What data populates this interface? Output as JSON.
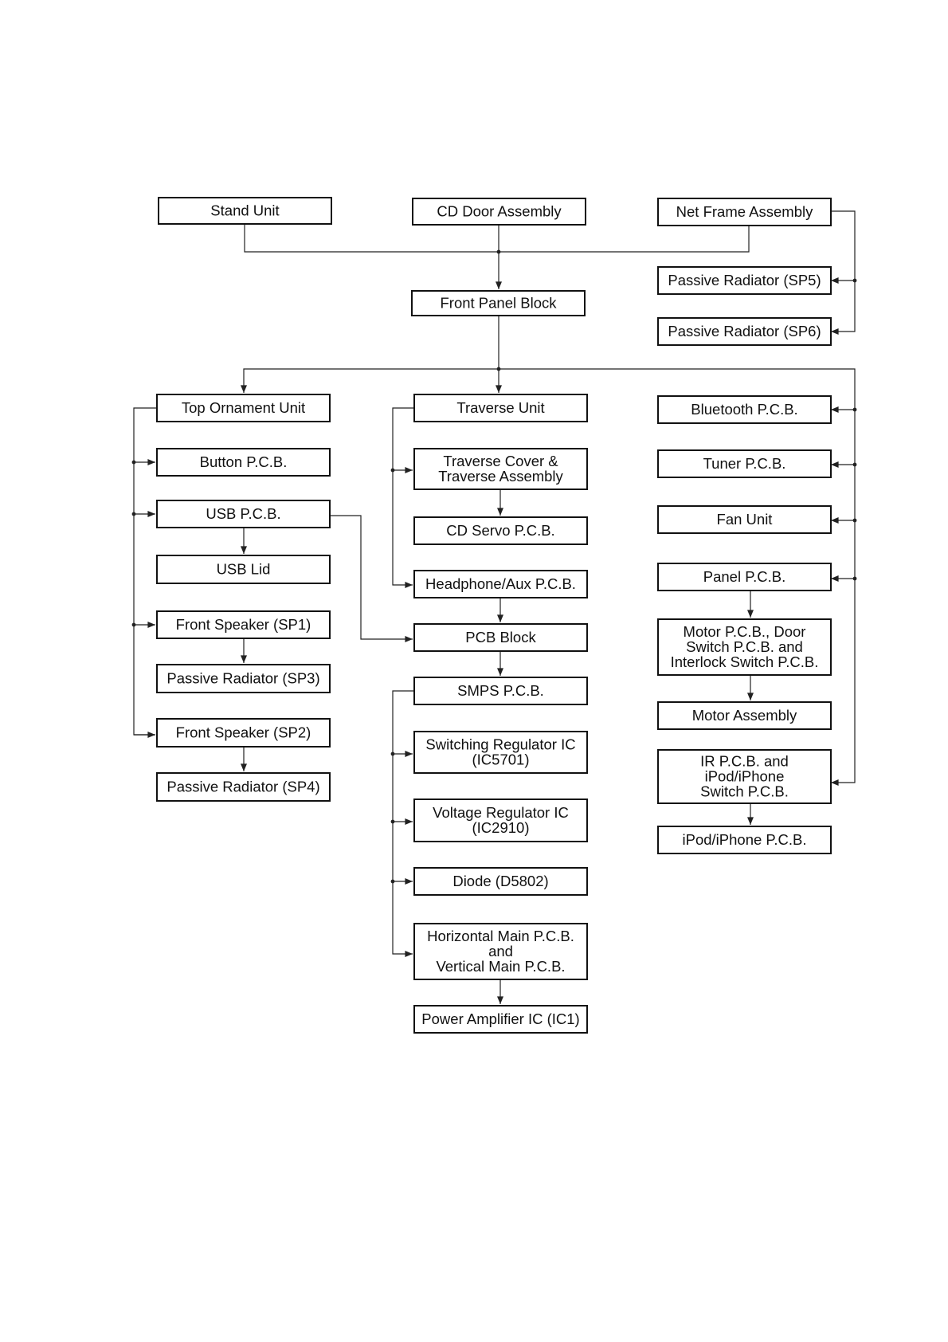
{
  "diagram": {
    "nodes": {
      "stand_unit": [
        "Stand Unit"
      ],
      "cd_door_assembly": [
        "CD Door Assembly"
      ],
      "net_frame_assembly": [
        "Net Frame Assembly"
      ],
      "passive_radiator_sp5": [
        "Passive Radiator (SP5)"
      ],
      "passive_radiator_sp6": [
        "Passive Radiator (SP6)"
      ],
      "front_panel_block": [
        "Front Panel Block"
      ],
      "top_ornament_unit": [
        "Top Ornament Unit"
      ],
      "button_pcb": [
        "Button P.C.B."
      ],
      "usb_pcb": [
        "USB P.C.B."
      ],
      "usb_lid": [
        "USB Lid"
      ],
      "front_speaker_sp1": [
        "Front Speaker (SP1)"
      ],
      "passive_radiator_sp3": [
        "Passive Radiator (SP3)"
      ],
      "front_speaker_sp2": [
        "Front Speaker (SP2)"
      ],
      "passive_radiator_sp4": [
        "Passive Radiator (SP4)"
      ],
      "traverse_unit": [
        "Traverse Unit"
      ],
      "traverse_cover_assembly": [
        "Traverse Cover &",
        "Traverse Assembly"
      ],
      "cd_servo_pcb": [
        "CD Servo P.C.B."
      ],
      "headphone_aux_pcb": [
        "Headphone/Aux P.C.B."
      ],
      "pcb_block": [
        "PCB Block"
      ],
      "smps_pcb": [
        "SMPS P.C.B."
      ],
      "switching_regulator_ic": [
        "Switching Regulator IC",
        "(IC5701)"
      ],
      "voltage_regulator_ic": [
        "Voltage Regulator IC",
        "(IC2910)"
      ],
      "diode_d5802": [
        "Diode (D5802)"
      ],
      "horizontal_main_pcb": [
        "Horizontal Main P.C.B.",
        "and",
        "Vertical Main P.C.B."
      ],
      "power_amplifier_ic": [
        "Power Amplifier IC (IC1)"
      ],
      "bluetooth_pcb": [
        "Bluetooth P.C.B."
      ],
      "tuner_pcb": [
        "Tuner P.C.B."
      ],
      "fan_unit": [
        "Fan Unit"
      ],
      "panel_pcb": [
        "Panel P.C.B."
      ],
      "motor_pcb_door_switch": [
        "Motor P.C.B., Door",
        "Switch P.C.B. and",
        "Interlock Switch P.C.B."
      ],
      "motor_assembly": [
        "Motor Assembly"
      ],
      "ir_pcb_ipod_switch": [
        "IR P.C.B. and",
        "iPod/iPhone",
        "Switch P.C.B."
      ],
      "ipod_iphone_pcb": [
        "iPod/iPhone P.C.B."
      ]
    }
  }
}
